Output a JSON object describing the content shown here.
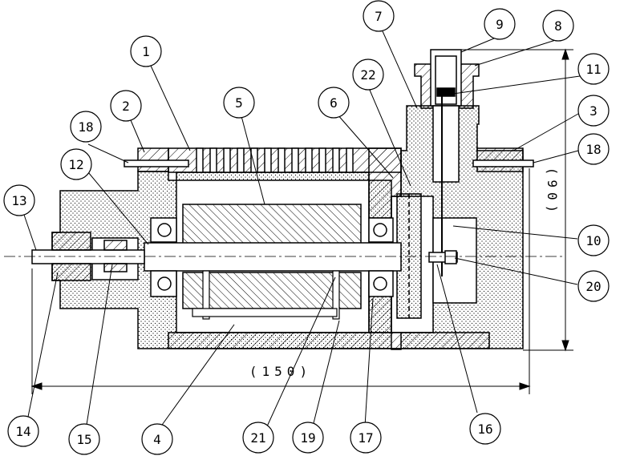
{
  "part_labels": [
    "1",
    "2",
    "3",
    "4",
    "5",
    "6",
    "7",
    "8",
    "9",
    "10",
    "11",
    "12",
    "13",
    "14",
    "15",
    "16",
    "17",
    "18",
    "18",
    "19",
    "20",
    "21",
    "22"
  ],
  "dimensions": {
    "length": "(150)",
    "height": "(90)"
  },
  "colors": {
    "line": "#000000",
    "background": "#ffffff"
  }
}
